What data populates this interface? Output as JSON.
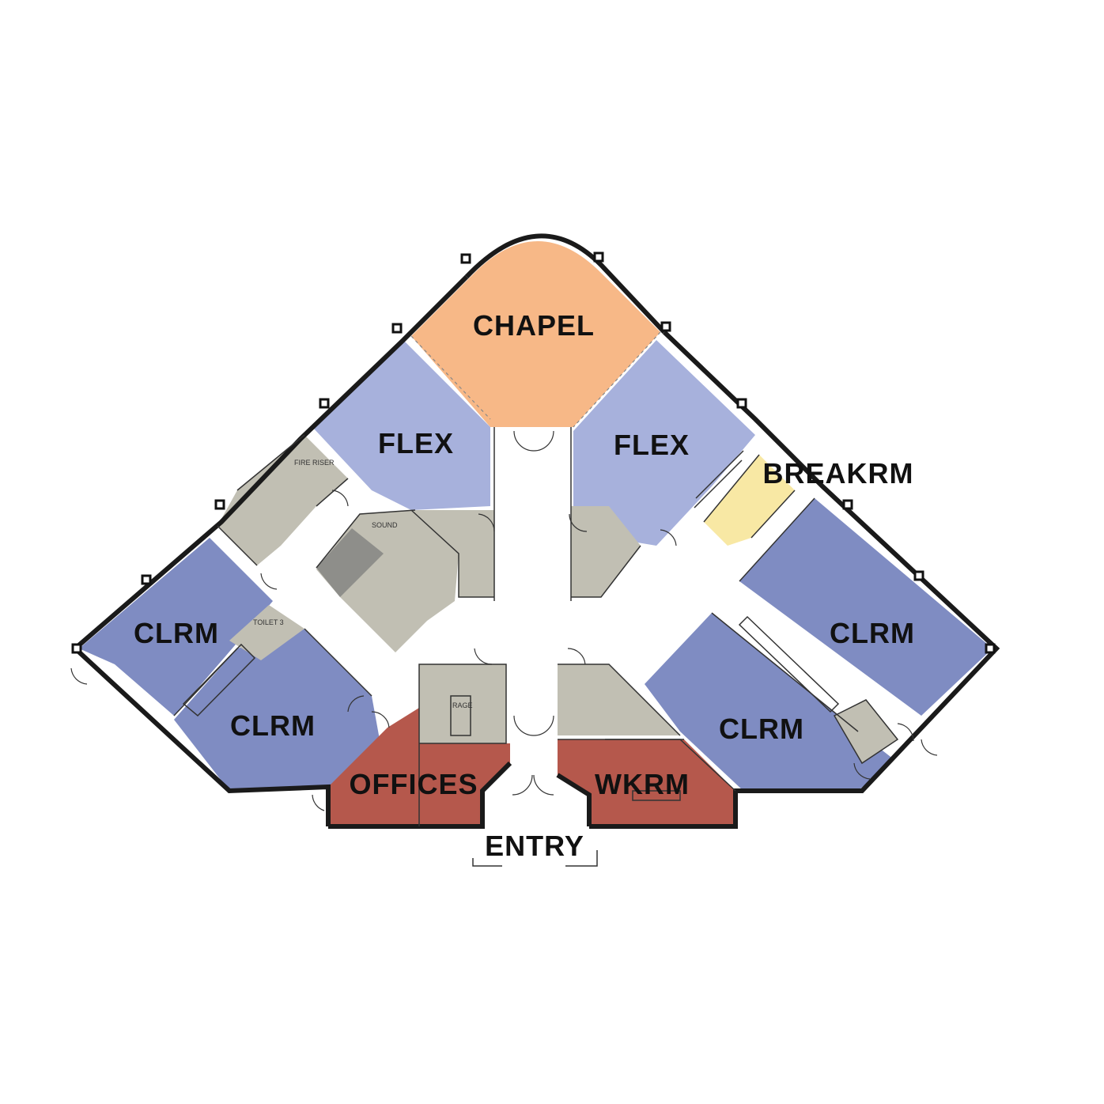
{
  "colors": {
    "chapel": "#f7b887",
    "flex": "#a7b1dc",
    "classroom": "#7f8cc2",
    "breakroom": "#f8e8a4",
    "service": "#c1bfb3",
    "service_dark": "#8e8e8a",
    "office": "#b5584c",
    "corridor": "#ffffff",
    "wall": "#1a1a1a"
  },
  "rooms": {
    "chapel": "CHAPEL",
    "flex_left": "FLEX",
    "flex_right": "FLEX",
    "breakroom": "BREAKRM",
    "clrm_left_upper": "CLRM",
    "clrm_left_lower": "CLRM",
    "clrm_right_upper": "CLRM",
    "clrm_right_lower": "CLRM",
    "offices": "OFFICES",
    "workroom": "WKRM",
    "entry": "ENTRY"
  },
  "small_labels": {
    "fire_riser": "FIRE RISER",
    "sound": "SOUND",
    "toilet3": "TOILET 3",
    "storage": "RAGE"
  }
}
